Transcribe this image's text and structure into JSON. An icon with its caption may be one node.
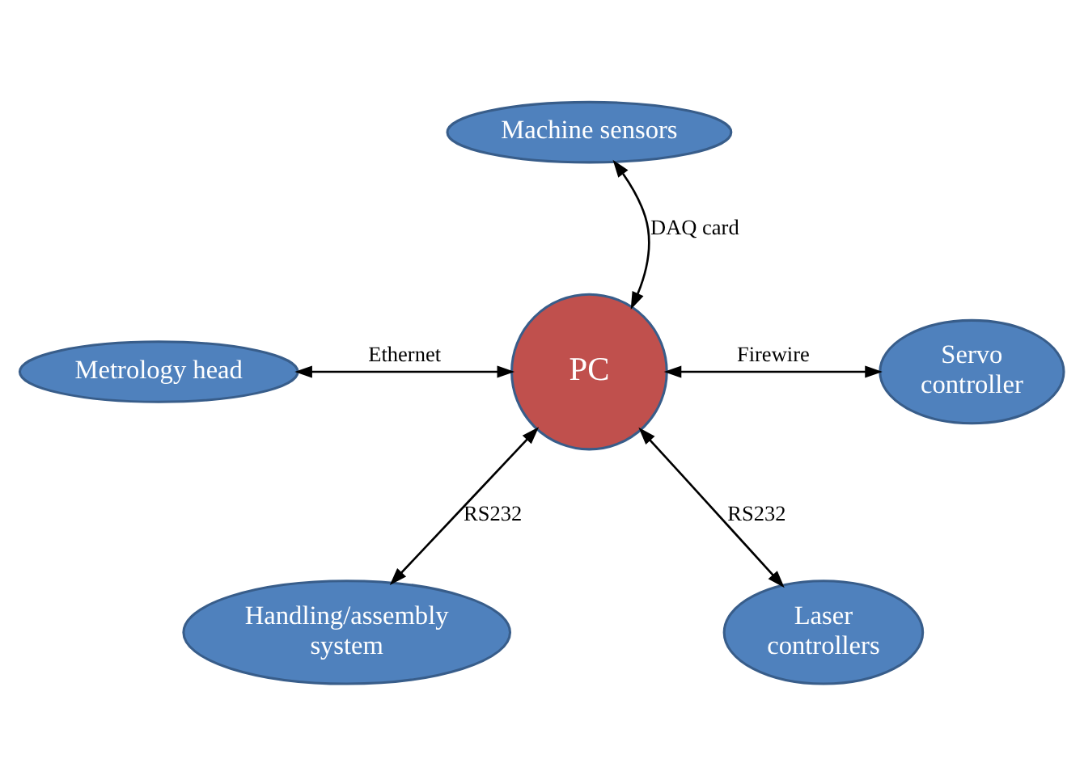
{
  "diagram": {
    "nodes": [
      {
        "text": [
          "Machine sensors"
        ]
      },
      {
        "text": [
          "Metrology head"
        ]
      },
      {
        "text": [
          "PC"
        ]
      },
      {
        "text": [
          "Servo controller"
        ]
      },
      {
        "text": [
          "Handling/assembly system"
        ]
      },
      {
        "text": [
          "Laser controllers"
        ]
      }
    ],
    "edges": [
      {
        "from": 2,
        "to": 0,
        "arrow": "both",
        "label": "DAQ card"
      },
      {
        "from": 2,
        "to": 1,
        "arrow": "both",
        "label": "Ethernet"
      },
      {
        "from": 2,
        "to": 3,
        "arrow": "both",
        "label": "Firewire"
      },
      {
        "from": 2,
        "to": 4,
        "arrow": "both",
        "label": "RS232"
      },
      {
        "from": 2,
        "to": 5,
        "arrow": "both",
        "label": "RS232"
      }
    ]
  }
}
